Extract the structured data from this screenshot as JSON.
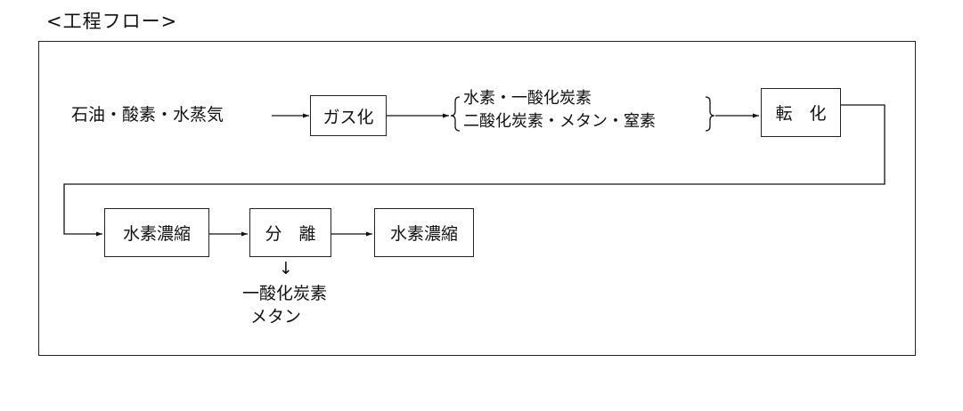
{
  "heading": "<工程フロー>",
  "feed": "石油・酸素・水蒸気",
  "boxes": {
    "gasification": "ガス化",
    "shift": "転　化",
    "h2_enrich_1": "水素濃縮",
    "separation": "分　離",
    "h2_enrich_2": "水素濃縮"
  },
  "gas_mix": {
    "line1": "水素・一酸化炭素",
    "line2": "二酸化炭素・メタン・窒素"
  },
  "byproduct": {
    "arrow": "↓",
    "line1": "一酸化炭素",
    "line2": "メタン"
  }
}
